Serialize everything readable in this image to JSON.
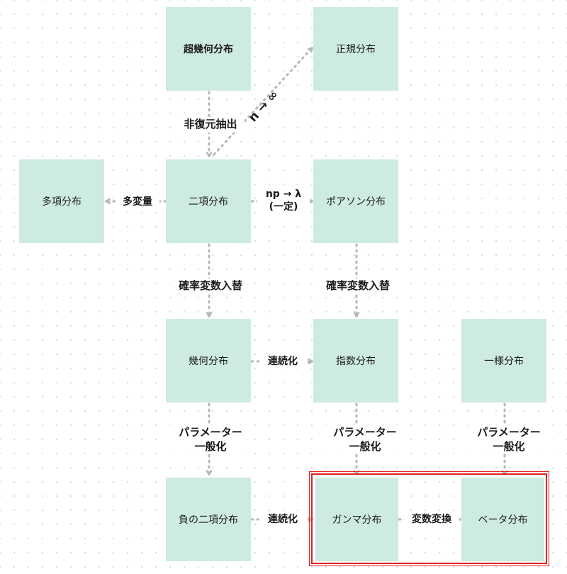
{
  "nodes": {
    "hypergeometric": "超幾何分布",
    "normal": "正規分布",
    "multinomial": "多項分布",
    "binomial": "二項分布",
    "poisson": "ポアソン分布",
    "geometric": "幾何分布",
    "exponential": "指数分布",
    "uniform": "一様分布",
    "negative_binomial": "負の二項分布",
    "gamma": "ガンマ分布",
    "beta": "ベータ分布"
  },
  "edges": {
    "hyper_to_binomial": "非復元抽出",
    "hyper_to_normal": "n → ∞",
    "binomial_to_multinomial": "多変量",
    "binomial_to_poisson": "np → λ\n(一定)",
    "binomial_to_geometric": "確率変数入替",
    "poisson_to_exponential": "確率変数入替",
    "geometric_to_exponential": "連続化",
    "geometric_to_negbinomial": "パラメーター\n一般化",
    "exponential_to_gamma": "パラメーター\n一般化",
    "uniform_to_beta": "パラメーター\n一般化",
    "negbinomial_to_gamma": "連続化",
    "gamma_to_beta": "変数変換"
  },
  "colors": {
    "node_fill": "#cdebe1",
    "arrow": "#b5b8b8",
    "highlight": "#e02020"
  }
}
